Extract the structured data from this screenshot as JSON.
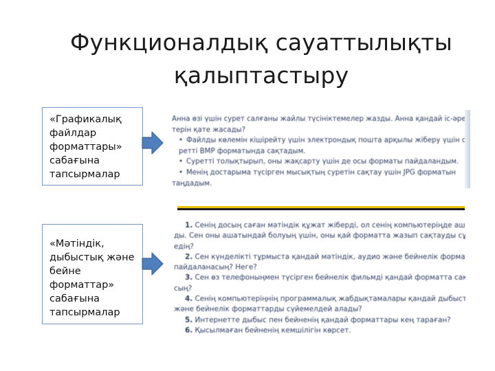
{
  "title": {
    "line1": "Функционалдық сауаттылықты",
    "line2": "қалыптастыру"
  },
  "box1": {
    "text": "«Графикалық\nфайлдар\nформаттары»\nсабағына\nтапсырмалар"
  },
  "box2": {
    "text": "«Мәтіндік,\nдыбыстық және\nбейне\nформаттар»\nсабағына\nтапсырмалар"
  },
  "excerpt1": {
    "intro": "Анна өзі үшін сурет салғаны жайлы түсініктемелер жазды. Анна қандай іс-әрекет-",
    "intro2": "терін қате жасады?",
    "b1": "Файлды көлемін кішірейту үшін электрондық пошта арқылы жіберу үшін су",
    "b1_cont": "ретті BMP форматында сақтадым.",
    "b2": "Суретті толықтырып, оны жақсарту үшін де осы форматы пайдаландым.",
    "b3": "Менің достарыма түсірген мысықтың суретін сақтау үшін JPG форматын",
    "b3_cont": "таңдадым."
  },
  "excerpt2": {
    "q1_num": "1.",
    "q1": " Сенің досың саған мәтіндік құжат жіберді, ол сенің компьютеріңде ашылма-",
    "q1_cont": "ды. Сен оны ашатындай болуың үшін, оны қай форматта жазып сақтауды сұрар",
    "q1_cont2": "едің?",
    "q2_num": "2.",
    "q2": " Сен күнделікті тұрмыста қандай мәтіндік, аудио және бейнелік форматтарды",
    "q2_cont": "пайдаланасың? Неге?",
    "q3_num": "3.",
    "q3": " Сен өз телефоныңмен түсірген бейнелік фильмді қандай форматта сақтай-",
    "q3_cont": "сың?",
    "q4_num": "4.",
    "q4": " Сенің компьютеріңнің программалық жабдықтамалары қандай дыбыстық",
    "q4_cont": "және бейнелік форматтарды сүйемелдей алады?",
    "q5_num": "5.",
    "q5": " Интернетте дыбыс пен бейненің қандай форматтары кең тараған?",
    "q6_num": "6.",
    "q6": " Қысылмаған бейненің кемшілігін көрсет."
  },
  "colors": {
    "box_border": "#7b97b8",
    "arrow_fill": "#4f7fbd",
    "arrow_stroke": "#3b6496",
    "excerpt_text": "#2d3c60",
    "rule_yellow": "#e8c200",
    "rule_dark": "#1c1c1c"
  }
}
